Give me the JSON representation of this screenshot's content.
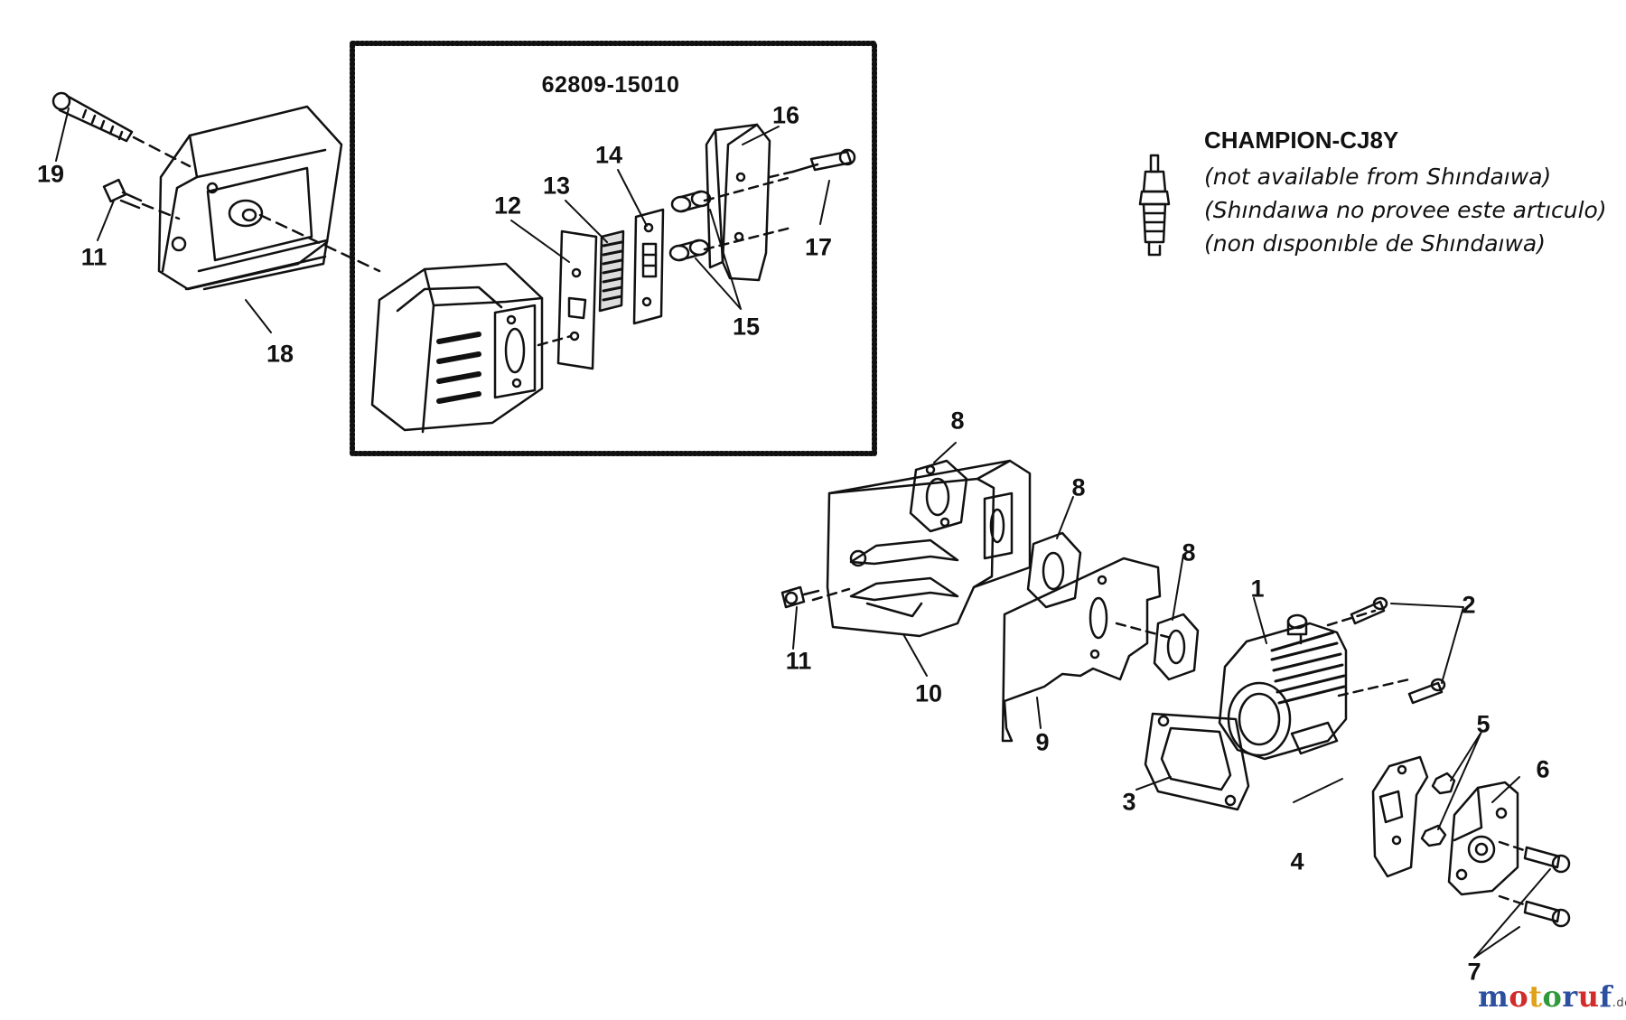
{
  "diagram": {
    "kit_number": "62809-15010",
    "spark_plug": {
      "model": "CHAMPION-CJ8Y",
      "notes": [
        "(not available from Shındaıwa)",
        "(Shındaıwa no provee este artıculo)",
        "(non dısponıble de Shındaıwa)"
      ]
    },
    "callouts": [
      "19",
      "11",
      "18",
      "12",
      "13",
      "14",
      "15",
      "16",
      "17",
      "8",
      "8",
      "8",
      "11",
      "10",
      "9",
      "1",
      "2",
      "3",
      "4",
      "5",
      "6",
      "7"
    ]
  },
  "watermark": {
    "brand_letters": [
      "m",
      "o",
      "t",
      "o",
      "r",
      "u",
      "f"
    ],
    "tld": ".de"
  }
}
